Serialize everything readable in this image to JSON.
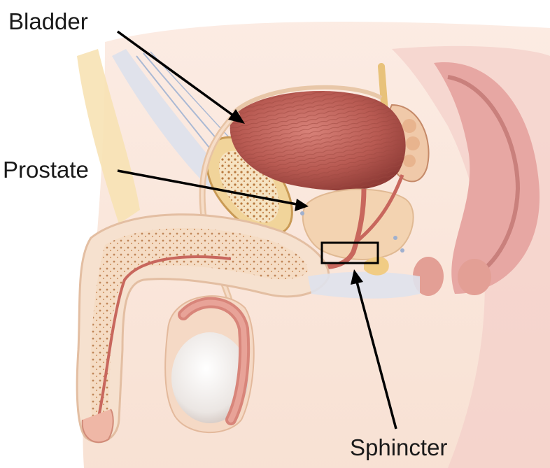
{
  "labels": {
    "bladder": "Bladder",
    "prostate": "Prostate",
    "sphincter": "Sphincter"
  },
  "colors": {
    "skin": "#f6d9c4",
    "skin_dark": "#e8b79b",
    "fat": "#f7e6b8",
    "bladder_muscle": "#b85a52",
    "bladder_shadow": "#8e3b36",
    "bone": "#f1d49a",
    "bone_spongy": "#b8793e",
    "prostate": "#f3d3b1",
    "urethra": "#c8675d",
    "testis": "#f2f0ee",
    "epididymis": "#d8857a",
    "rectum": "#e7a7a3",
    "arrow": "#000000",
    "ligament_blue": "#aab9d4"
  }
}
